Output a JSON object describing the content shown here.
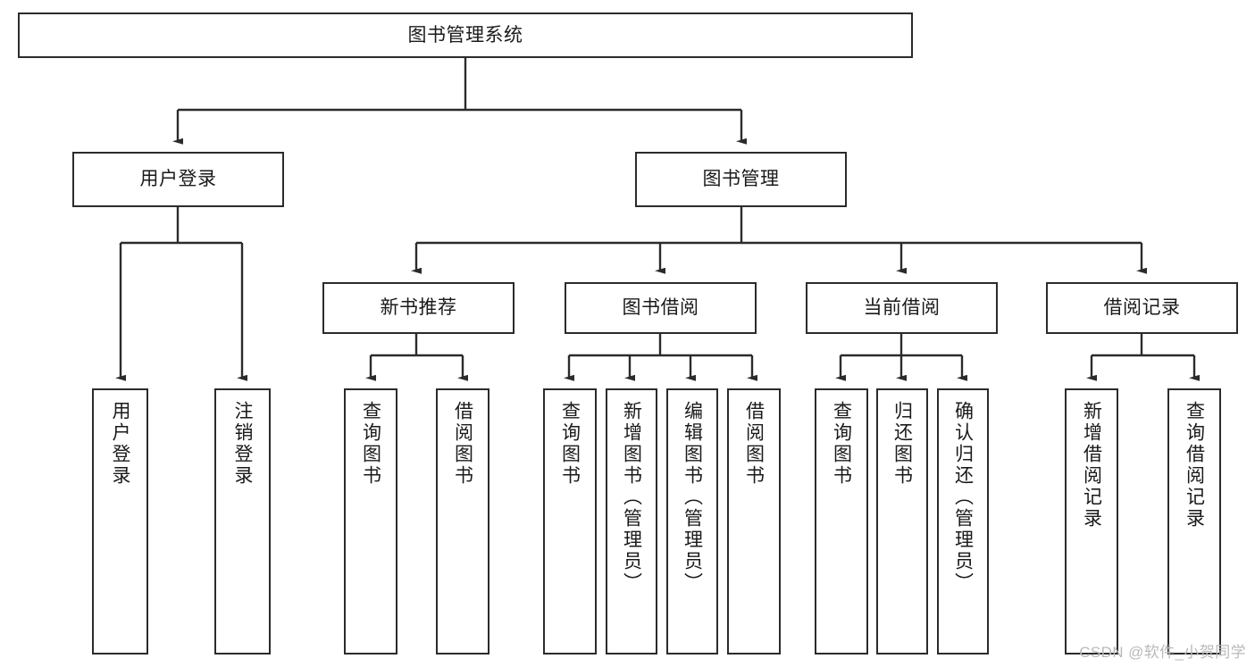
{
  "diagram": {
    "title": "图书管理系统",
    "type": "tree-hierarchy",
    "watermark": "CSDN @软件_小贺同学",
    "colors": {
      "background": "#ffffff",
      "box_border": "#2b2b2b",
      "box_fill": "#ffffff",
      "connector": "#2b2b2b",
      "text": "#1a1a1a",
      "watermark": "#b9b9b9"
    },
    "root": {
      "id": "root",
      "label": "图书管理系统"
    },
    "level1": [
      {
        "id": "user-login",
        "label": "用户登录"
      },
      {
        "id": "book-manage",
        "label": "图书管理"
      }
    ],
    "level2": [
      {
        "id": "new-book-rec",
        "label": "新书推荐",
        "parent": "book-manage"
      },
      {
        "id": "book-borrow",
        "label": "图书借阅",
        "parent": "book-manage"
      },
      {
        "id": "current-borrow",
        "label": "当前借阅",
        "parent": "book-manage"
      },
      {
        "id": "borrow-record",
        "label": "借阅记录",
        "parent": "book-manage"
      }
    ],
    "leaves": {
      "user_login": [
        {
          "id": "leaf-user-login",
          "label": "用户登录"
        },
        {
          "id": "leaf-logout",
          "label": "注销登录"
        }
      ],
      "new_book_rec": [
        {
          "id": "leaf-query-book-1",
          "label": "查询图书"
        },
        {
          "id": "leaf-borrow-book-1",
          "label": "借阅图书"
        }
      ],
      "book_borrow": [
        {
          "id": "leaf-query-book-2",
          "label": "查询图书"
        },
        {
          "id": "leaf-add-book",
          "label": "新增图书（管理员）"
        },
        {
          "id": "leaf-edit-book",
          "label": "编辑图书（管理员）"
        },
        {
          "id": "leaf-borrow-book-2",
          "label": "借阅图书"
        }
      ],
      "current_borrow": [
        {
          "id": "leaf-query-book-3",
          "label": "查询图书"
        },
        {
          "id": "leaf-return-book",
          "label": "归还图书"
        },
        {
          "id": "leaf-confirm-return",
          "label": "确认归还（管理员）"
        }
      ],
      "borrow_record": [
        {
          "id": "leaf-add-record",
          "label": "新增借阅记录"
        },
        {
          "id": "leaf-query-record",
          "label": "查询借阅记录"
        }
      ]
    }
  }
}
